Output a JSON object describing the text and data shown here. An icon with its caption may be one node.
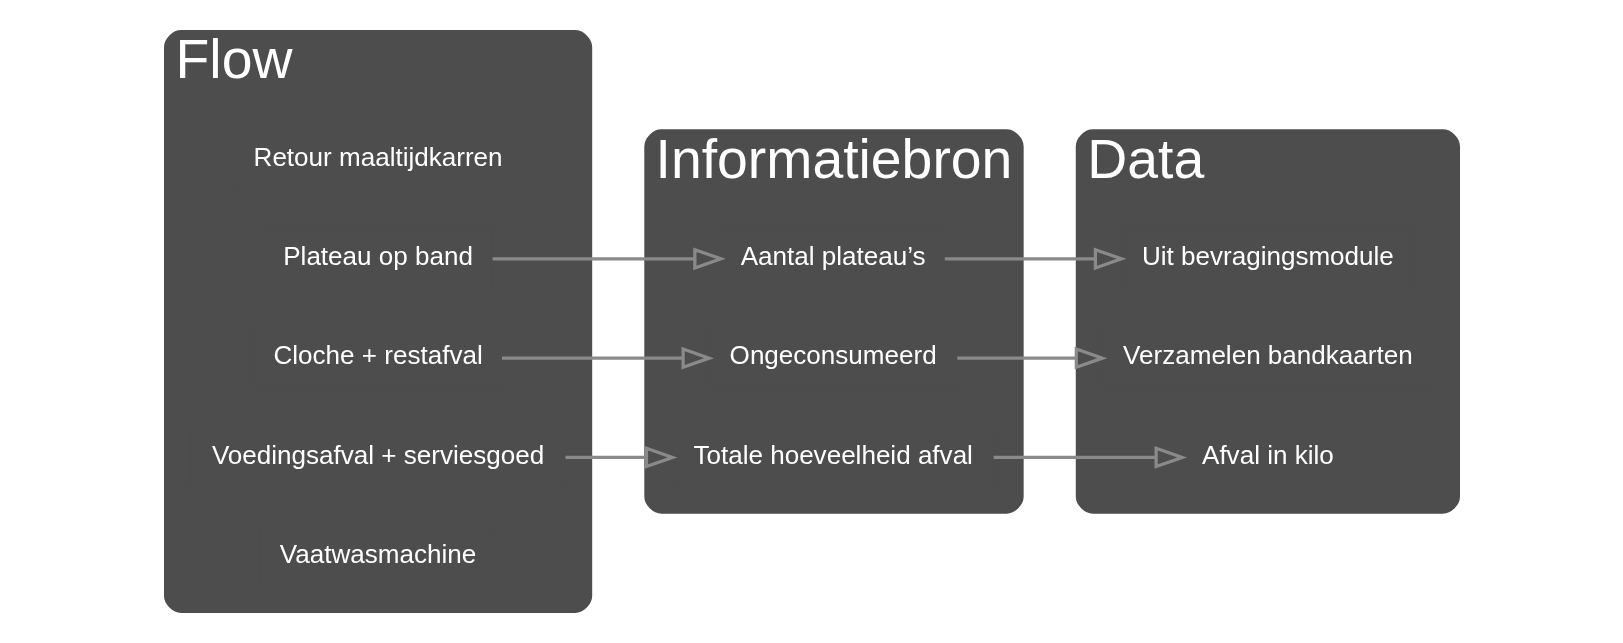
{
  "diagram": {
    "nodes": [
      {
        "text": [
          "Flow"
        ]
      },
      {
        "text": [
          "Retour maaltijdkarren"
        ],
        "in": 0
      },
      {
        "text": [
          "Plateau op band"
        ],
        "in": 0
      },
      {
        "text": [
          "Cloche + restafval"
        ],
        "in": 0
      },
      {
        "text": [
          "Voedingsafval + serviesgoed"
        ],
        "in": 0
      },
      {
        "text": [
          "Vaatwasmachine"
        ],
        "in": 0
      },
      {
        "text": [
          "Informatiebron"
        ]
      },
      {
        "text": [
          "Aantal plateau’s"
        ],
        "in": 6
      },
      {
        "text": [
          "Ongeconsumeerd"
        ],
        "in": 6
      },
      {
        "text": [
          "Totale hoeveelheid afval"
        ],
        "in": 6
      },
      {
        "text": [
          "Data"
        ]
      },
      {
        "text": [
          "Uit bevragingsmodule"
        ],
        "in": 10
      },
      {
        "text": [
          "Verzamelen bandkaarten"
        ],
        "in": 10
      },
      {
        "text": [
          "Afval in kilo"
        ],
        "in": 10
      }
    ],
    "edges": [
      {
        "from": 2,
        "to": 7,
        "arrow": "to"
      },
      {
        "from": 3,
        "to": 8,
        "arrow": "to"
      },
      {
        "from": 4,
        "to": 9,
        "arrow": "to"
      },
      {
        "from": 7,
        "to": 11,
        "arrow": "to"
      },
      {
        "from": 8,
        "to": 12,
        "arrow": "to"
      },
      {
        "from": 9,
        "to": 13,
        "arrow": "to"
      }
    ]
  }
}
